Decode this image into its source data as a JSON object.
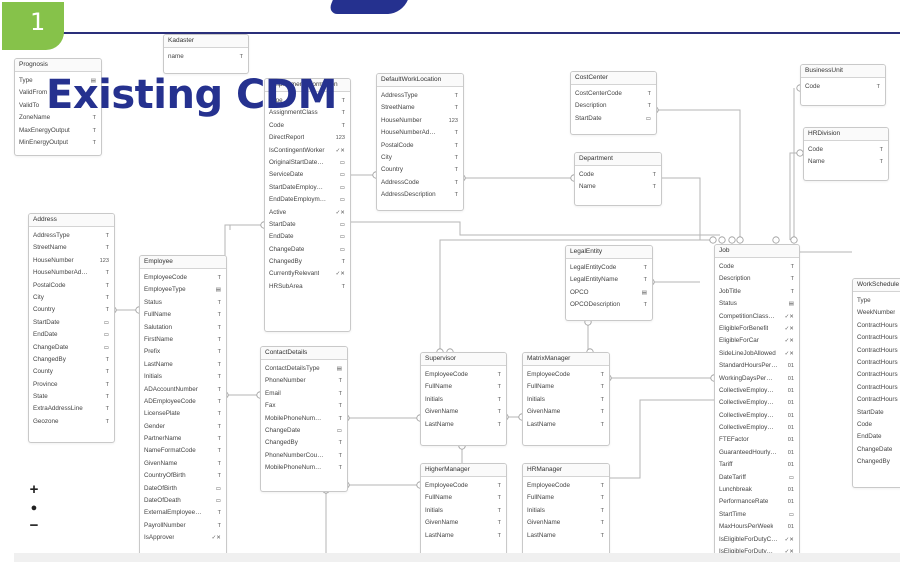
{
  "badge": {
    "number": "1"
  },
  "title": "Existing CDM",
  "zoom": {
    "zoom_in": "+",
    "reset": "●",
    "zoom_out": "−"
  },
  "entities": [
    {
      "id": "prognosis",
      "name": "Prognosis",
      "fields": [
        [
          "Type",
          "▤"
        ],
        [
          "ValidFrom",
          ""
        ],
        [
          "ValidTo",
          ""
        ],
        [
          "ZoneName",
          "T"
        ],
        [
          "MaxEnergyOutput",
          "T"
        ],
        [
          "MinEnergyOutput",
          "T"
        ]
      ]
    },
    {
      "id": "kadaster",
      "name": "Kadaster",
      "fields": [
        [
          "name",
          "T"
        ]
      ]
    },
    {
      "id": "employmentinfo",
      "name": "EmploymentInformation",
      "fields": [
        [
          "Type",
          "T"
        ],
        [
          "AssignmentClass",
          "T"
        ],
        [
          "Code",
          "T"
        ],
        [
          "DirectReport",
          "123"
        ],
        [
          "IsContingentWorker",
          "✓✕"
        ],
        [
          "OriginalStartDate…",
          "▭"
        ],
        [
          "ServiceDate",
          "▭"
        ],
        [
          "StartDateEmploy…",
          "▭"
        ],
        [
          "EndDateEmploym…",
          "▭"
        ],
        [
          "Active",
          "✓✕"
        ],
        [
          "StartDate",
          "▭"
        ],
        [
          "EndDate",
          "▭"
        ],
        [
          "ChangeDate",
          "▭"
        ],
        [
          "ChangedBy",
          "T"
        ],
        [
          "CurrentlyRelevant",
          "✓✕"
        ],
        [
          "HRSubArea",
          "T"
        ]
      ]
    },
    {
      "id": "defaultworklocation",
      "name": "DefaultWorkLocation",
      "fields": [
        [
          "AddressType",
          "T"
        ],
        [
          "StreetName",
          "T"
        ],
        [
          "HouseNumber",
          "123"
        ],
        [
          "HouseNumberAd…",
          "T"
        ],
        [
          "PostalCode",
          "T"
        ],
        [
          "City",
          "T"
        ],
        [
          "Country",
          "T"
        ],
        [
          "AddressCode",
          "T"
        ],
        [
          "AddressDescription",
          "T"
        ]
      ]
    },
    {
      "id": "costcenter",
      "name": "CostCenter",
      "fields": [
        [
          "CostCenterCode",
          "T"
        ],
        [
          "Description",
          "T"
        ],
        [
          "StartDate",
          "▭"
        ]
      ]
    },
    {
      "id": "department",
      "name": "Department",
      "fields": [
        [
          "Code",
          "T"
        ],
        [
          "Name",
          "T"
        ]
      ]
    },
    {
      "id": "businessunit",
      "name": "BusinessUnit",
      "fields": [
        [
          "Code",
          "T"
        ]
      ]
    },
    {
      "id": "hrdivision",
      "name": "HRDivision",
      "fields": [
        [
          "Code",
          "T"
        ],
        [
          "Name",
          "T"
        ]
      ]
    },
    {
      "id": "address",
      "name": "Address",
      "fields": [
        [
          "AddressType",
          "T"
        ],
        [
          "StreetName",
          "T"
        ],
        [
          "HouseNumber",
          "123"
        ],
        [
          "HouseNumberAd…",
          "T"
        ],
        [
          "PostalCode",
          "T"
        ],
        [
          "City",
          "T"
        ],
        [
          "Country",
          "T"
        ],
        [
          "StartDate",
          "▭"
        ],
        [
          "EndDate",
          "▭"
        ],
        [
          "ChangeDate",
          "▭"
        ],
        [
          "ChangedBy",
          "T"
        ],
        [
          "County",
          "T"
        ],
        [
          "Province",
          "T"
        ],
        [
          "State",
          "T"
        ],
        [
          "ExtraAddressLine",
          "T"
        ],
        [
          "Geozone",
          "T"
        ]
      ]
    },
    {
      "id": "employee",
      "name": "Employee",
      "fields": [
        [
          "EmployeeCode",
          "T"
        ],
        [
          "EmployeeType",
          "▤"
        ],
        [
          "Status",
          "T"
        ],
        [
          "FullName",
          "T"
        ],
        [
          "Salutation",
          "T"
        ],
        [
          "FirstName",
          "T"
        ],
        [
          "Prefix",
          "T"
        ],
        [
          "LastName",
          "T"
        ],
        [
          "Initials",
          "T"
        ],
        [
          "ADAccountNumber",
          "T"
        ],
        [
          "ADEmployeeCode",
          "T"
        ],
        [
          "LicensePlate",
          "T"
        ],
        [
          "Gender",
          "T"
        ],
        [
          "PartnerName",
          "T"
        ],
        [
          "NameFormatCode",
          "T"
        ],
        [
          "GivenName",
          "T"
        ],
        [
          "CountryOfBirth",
          "T"
        ],
        [
          "DateOfBirth",
          "▭"
        ],
        [
          "DateOfDeath",
          "▭"
        ],
        [
          "ExternalEmployee…",
          "T"
        ],
        [
          "PayrollNumber",
          "T"
        ],
        [
          "IsApprover",
          "✓✕"
        ]
      ]
    },
    {
      "id": "legalentity",
      "name": "LegalEntity",
      "fields": [
        [
          "LegalEntityCode",
          "T"
        ],
        [
          "LegalEntityName",
          "T"
        ],
        [
          "OPCO",
          "▤"
        ],
        [
          "OPCODescription",
          "T"
        ]
      ]
    },
    {
      "id": "contactdetails",
      "name": "ContactDetails",
      "fields": [
        [
          "ContactDetailsType",
          "▤"
        ],
        [
          "PhoneNumber",
          "T"
        ],
        [
          "Email",
          "T"
        ],
        [
          "Fax",
          "T"
        ],
        [
          "MobilePhoneNum…",
          "T"
        ],
        [
          "ChangeDate",
          "▭"
        ],
        [
          "ChangedBy",
          "T"
        ],
        [
          "PhoneNumberCou…",
          "T"
        ],
        [
          "MobilePhoneNum…",
          "T"
        ]
      ]
    },
    {
      "id": "supervisor",
      "name": "Supervisor",
      "fields": [
        [
          "EmployeeCode",
          "T"
        ],
        [
          "FullName",
          "T"
        ],
        [
          "Initials",
          "T"
        ],
        [
          "GivenName",
          "T"
        ],
        [
          "LastName",
          "T"
        ]
      ]
    },
    {
      "id": "matrixmanager",
      "name": "MatrixManager",
      "fields": [
        [
          "EmployeeCode",
          "T"
        ],
        [
          "FullName",
          "T"
        ],
        [
          "Initials",
          "T"
        ],
        [
          "GivenName",
          "T"
        ],
        [
          "LastName",
          "T"
        ]
      ]
    },
    {
      "id": "highermanager",
      "name": "HigherManager",
      "fields": [
        [
          "EmployeeCode",
          "T"
        ],
        [
          "FullName",
          "T"
        ],
        [
          "Initials",
          "T"
        ],
        [
          "GivenName",
          "T"
        ],
        [
          "LastName",
          "T"
        ]
      ]
    },
    {
      "id": "hrmanager",
      "name": "HRManager",
      "fields": [
        [
          "EmployeeCode",
          "T"
        ],
        [
          "FullName",
          "T"
        ],
        [
          "Initials",
          "T"
        ],
        [
          "GivenName",
          "T"
        ],
        [
          "LastName",
          "T"
        ]
      ]
    },
    {
      "id": "job",
      "name": "Job",
      "fields": [
        [
          "Code",
          "T"
        ],
        [
          "Description",
          "T"
        ],
        [
          "JobTitle",
          "T"
        ],
        [
          "Status",
          "▤"
        ],
        [
          "CompetitionClass…",
          "✓✕"
        ],
        [
          "EligibleForBenefit",
          "✓✕"
        ],
        [
          "EligibleForCar",
          "✓✕"
        ],
        [
          "SideLineJobAllowed",
          "✓✕"
        ],
        [
          "StandardHoursPer…",
          "01"
        ],
        [
          "WorkingDaysPer…",
          "01"
        ],
        [
          "CollectiveEmploy…",
          "01"
        ],
        [
          "CollectiveEmploy…",
          "01"
        ],
        [
          "CollectiveEmploy…",
          "01"
        ],
        [
          "CollectiveEmploy…",
          "01"
        ],
        [
          "FTEFactor",
          "01"
        ],
        [
          "GuaranteedHourly…",
          "01"
        ],
        [
          "Tariff",
          "01"
        ],
        [
          "DateTariff",
          "▭"
        ],
        [
          "Lunchbreak",
          "01"
        ],
        [
          "PerformanceRate",
          "01"
        ],
        [
          "StartTime",
          "▭"
        ],
        [
          "MaxHoursPerWeek",
          "01"
        ],
        [
          "IsEligibleForDutyC…",
          "✓✕"
        ],
        [
          "IsEligibleForDuty…",
          "✓✕"
        ]
      ]
    },
    {
      "id": "workschedule",
      "name": "WorkSchedule",
      "fields": [
        [
          "Type",
          ""
        ],
        [
          "WeekNumber",
          ""
        ],
        [
          "ContractHours",
          ""
        ],
        [
          "ContractHours",
          ""
        ],
        [
          "ContractHours",
          ""
        ],
        [
          "ContractHours",
          ""
        ],
        [
          "ContractHours",
          ""
        ],
        [
          "ContractHours",
          ""
        ],
        [
          "ContractHours",
          ""
        ],
        [
          "StartDate",
          ""
        ],
        [
          "Code",
          ""
        ],
        [
          "EndDate",
          ""
        ],
        [
          "ChangeDate",
          ""
        ],
        [
          "ChangedBy",
          ""
        ]
      ]
    }
  ]
}
